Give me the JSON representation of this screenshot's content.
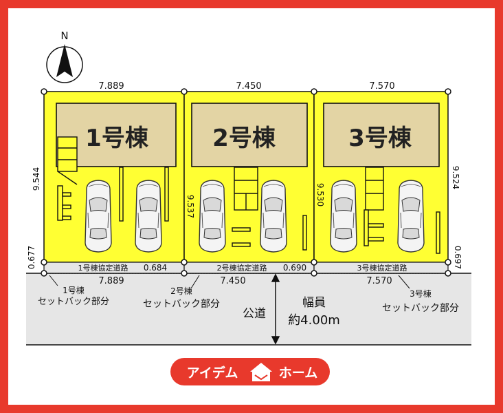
{
  "compass": {
    "label": "N"
  },
  "lots": [
    {
      "building": "1号棟",
      "top_width": "7.889",
      "depth": "9.544",
      "road_name": "1号棟協定道路",
      "road_width": "0.677",
      "bottom_width": "7.889",
      "setback_building": "1号棟",
      "setback_text": "セットバック部分"
    },
    {
      "building": "2号棟",
      "top_width": "7.450",
      "depth": "9.537",
      "road_name": "2号棟協定道路",
      "road_width": "0.684",
      "bottom_width": "7.450",
      "setback_building": "2号棟",
      "setback_text": "セットバック部分"
    },
    {
      "building": "3号棟",
      "top_width": "7.570",
      "depth": "9.530",
      "road_name": "3号棟協定道路",
      "road_width": "0.690",
      "bottom_width": "7.570",
      "setback_building": "3号棟",
      "setback_text": "セットバック部分"
    }
  ],
  "right_depth": "9.524",
  "right_road_width": "0.697",
  "public_road": {
    "label": "公道",
    "width_label": "幅員",
    "width_value": "約4.00m"
  },
  "logo": {
    "text_left": "アイデム",
    "text_right": "ホーム",
    "color": "#e8392c"
  },
  "colors": {
    "lot_fill": "#ffff33",
    "building_fill": "#e3d4a4",
    "road_fill": "#e6e6e6",
    "frame": "#e8392c"
  }
}
